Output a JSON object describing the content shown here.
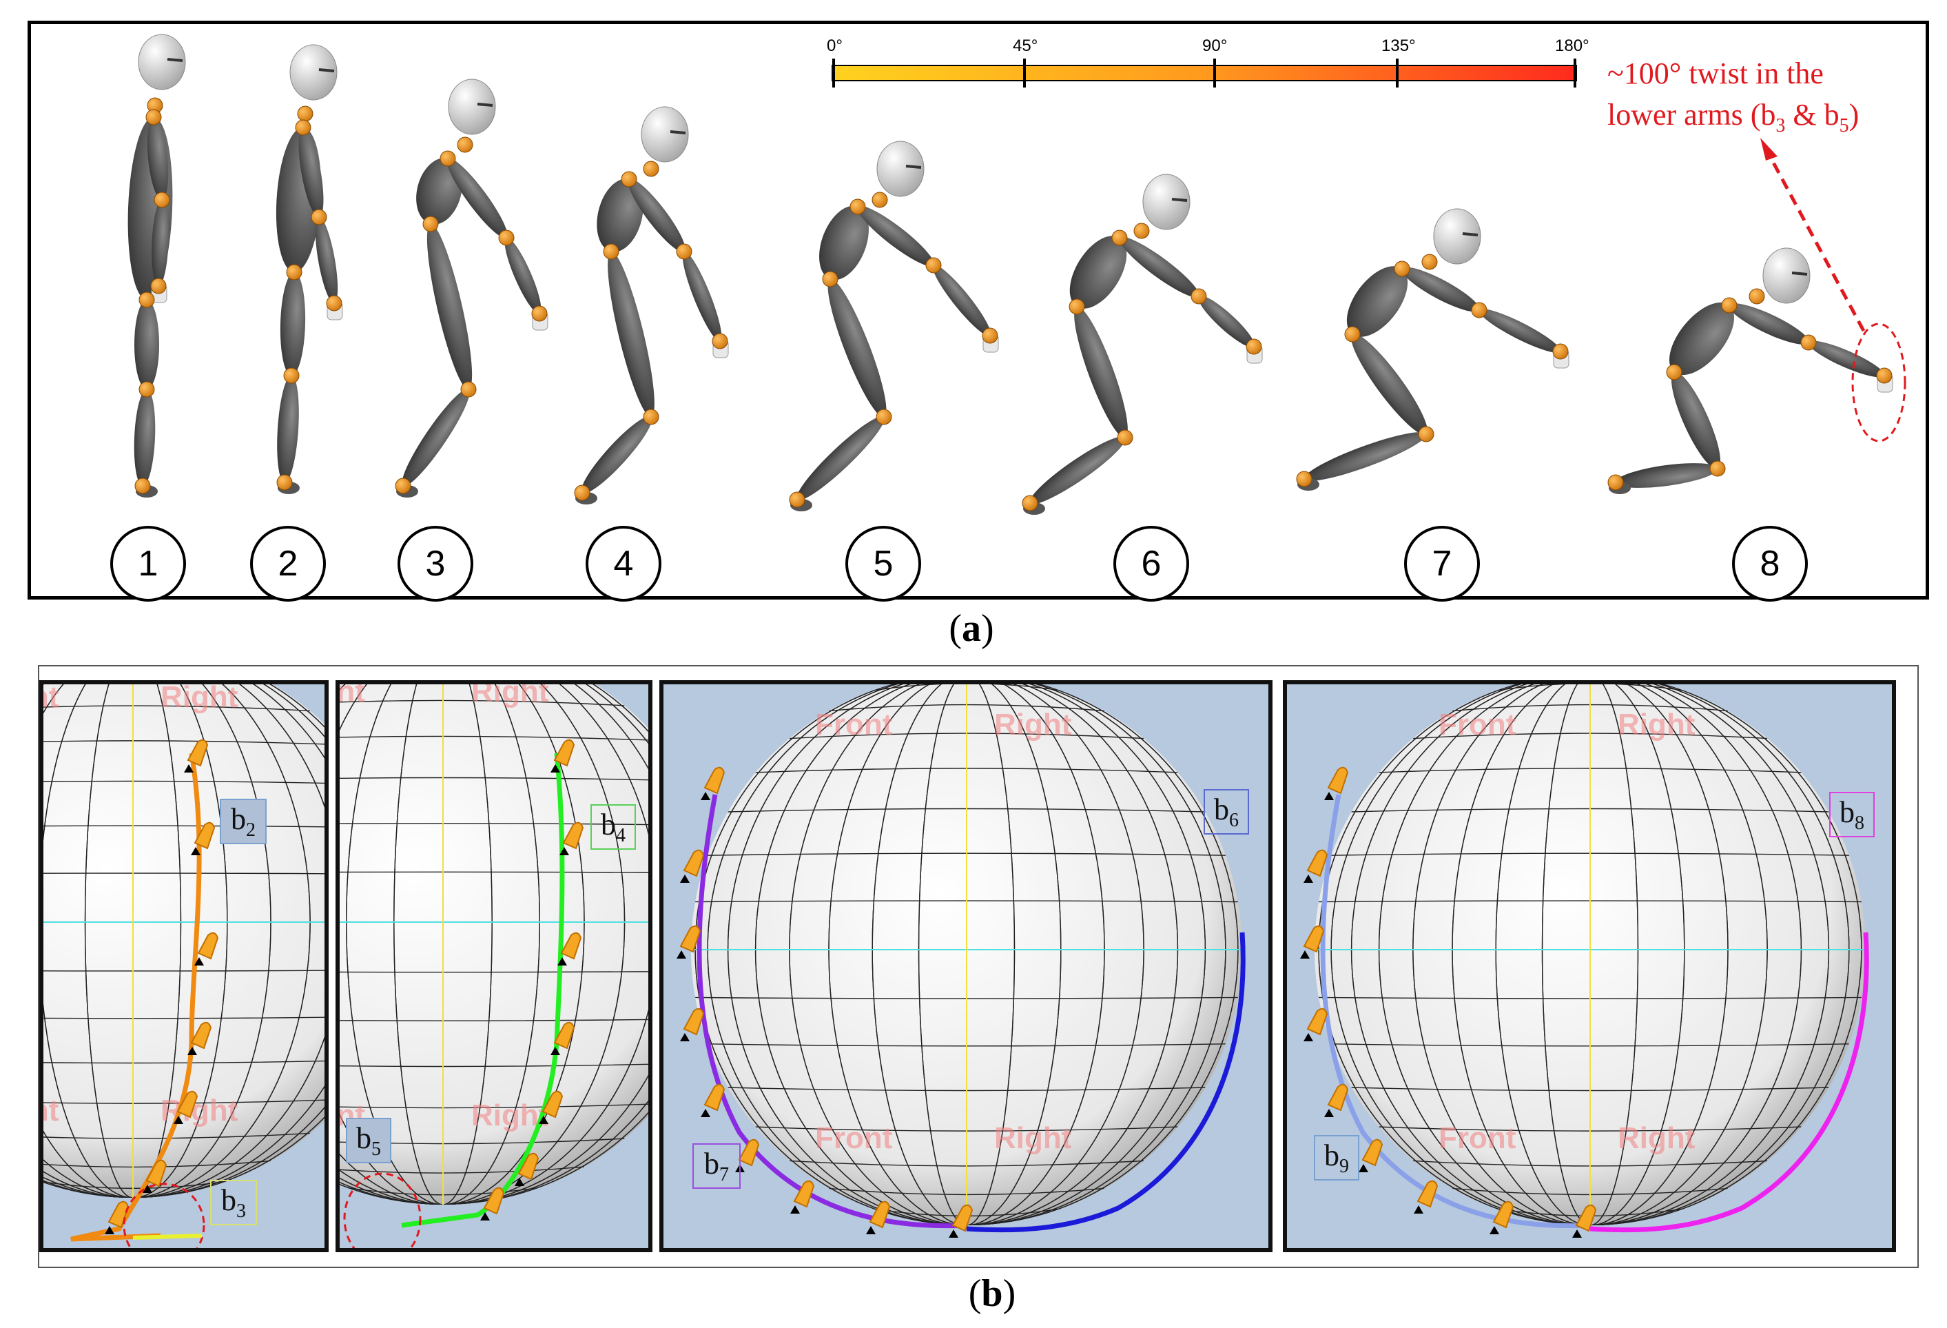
{
  "panel_a": {
    "caption_letter": "a",
    "color_scale": {
      "ticks": [
        "0°",
        "45°",
        "90°",
        "135°",
        "180°"
      ],
      "gradient_colors": [
        "#ffd21e",
        "#ff9a1e",
        "#ff2a1e"
      ]
    },
    "annotation": {
      "line1": "~100° twist in the",
      "line2_prefix": "lower arms (b",
      "sub1": "3",
      "middle": " & b",
      "sub2": "5",
      "suffix": ")"
    },
    "steps": [
      "1",
      "2",
      "3",
      "4",
      "5",
      "6",
      "7",
      "8"
    ],
    "colors": {
      "body": "#4a4a4a",
      "joint": "#e88a10",
      "annotation": "#e0191e"
    }
  },
  "panel_b": {
    "caption_letter": "b",
    "sphere_labels": [
      "Front",
      "Right"
    ],
    "tags": [
      {
        "letter": "b",
        "sub": "2",
        "border": "#7aa0d0"
      },
      {
        "letter": "b",
        "sub": "3",
        "border": "#d8e070"
      },
      {
        "letter": "b",
        "sub": "4",
        "border": "#5ad05a"
      },
      {
        "letter": "b",
        "sub": "5",
        "border": "#7aa0d0"
      },
      {
        "letter": "b",
        "sub": "6",
        "border": "#5a6ad0"
      },
      {
        "letter": "b",
        "sub": "7",
        "border": "#9a50e0"
      },
      {
        "letter": "b",
        "sub": "8",
        "border": "#e040e0"
      },
      {
        "letter": "b",
        "sub": "9",
        "border": "#7aa0d0"
      }
    ],
    "colors": {
      "background": "#b7c9de",
      "path_b2": "#f08a10",
      "path_b4": "#22ee22",
      "path_b6": "#1a1ad8",
      "path_b7": "#8a2be2",
      "path_b8": "#ee22ee",
      "path_b9": "#8aa0e8"
    }
  }
}
